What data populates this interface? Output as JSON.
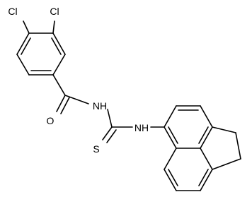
{
  "atoms": {
    "cl_upper_left": "Cl",
    "cl_upper_right": "Cl",
    "oxygen": "O",
    "amide_nh": "NH",
    "sulfur": "S",
    "amine_nh": "NH"
  },
  "colors": {
    "bond": "#000000",
    "label": "#000000",
    "background": "#ffffff"
  }
}
